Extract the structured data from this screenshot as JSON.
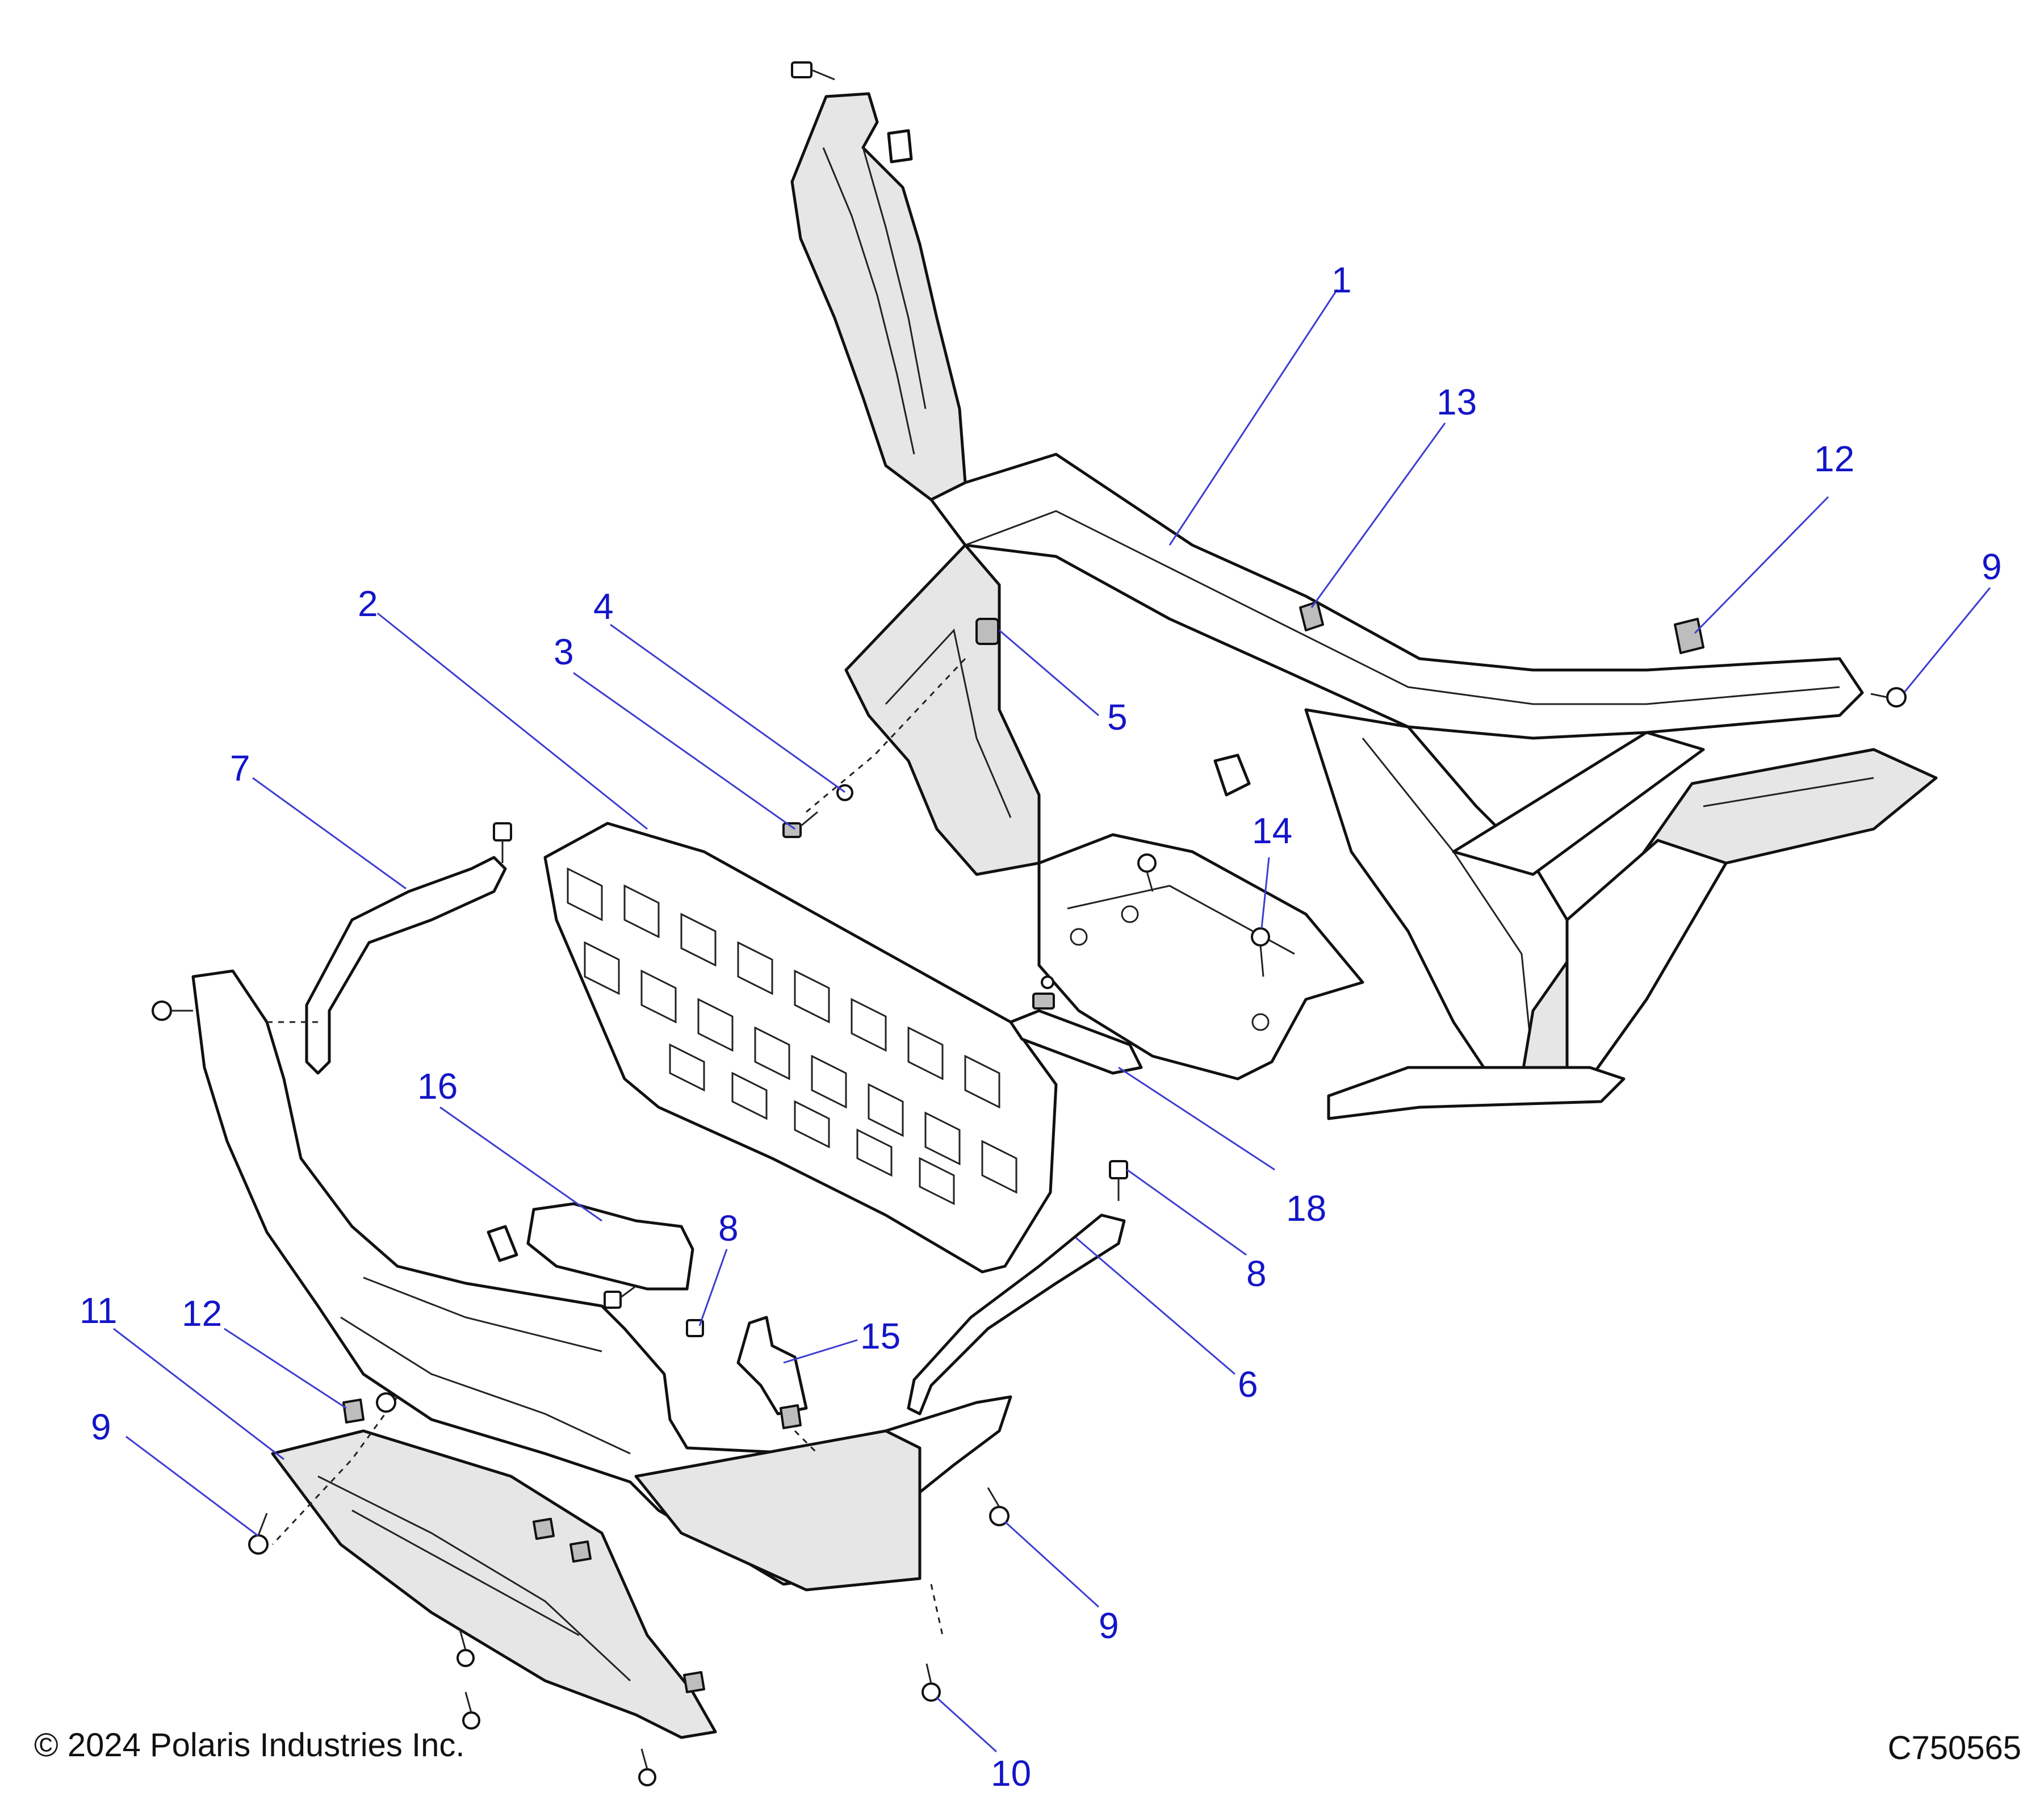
{
  "diagram": {
    "callouts": [
      {
        "id": "c1",
        "label": "1"
      },
      {
        "id": "c2",
        "label": "2"
      },
      {
        "id": "c3",
        "label": "3"
      },
      {
        "id": "c4",
        "label": "4"
      },
      {
        "id": "c5",
        "label": "5"
      },
      {
        "id": "c6",
        "label": "6"
      },
      {
        "id": "c7",
        "label": "7"
      },
      {
        "id": "c8a",
        "label": "8"
      },
      {
        "id": "c8b",
        "label": "8"
      },
      {
        "id": "c9a",
        "label": "9"
      },
      {
        "id": "c9b",
        "label": "9"
      },
      {
        "id": "c9c",
        "label": "9"
      },
      {
        "id": "c10",
        "label": "10"
      },
      {
        "id": "c11",
        "label": "11"
      },
      {
        "id": "c12a",
        "label": "12"
      },
      {
        "id": "c12b",
        "label": "12"
      },
      {
        "id": "c13",
        "label": "13"
      },
      {
        "id": "c14",
        "label": "14"
      },
      {
        "id": "c15",
        "label": "15"
      },
      {
        "id": "c16",
        "label": "16"
      },
      {
        "id": "c18",
        "label": "18"
      }
    ],
    "colors": {
      "callout_text": "#1414c8",
      "leader_line": "#3c3cd2",
      "part_outline": "#111111",
      "part_fill": "#ffffff",
      "part_shade": "#e6e6e6"
    }
  },
  "footer": {
    "copyright": "© 2024 Polaris Industries Inc.",
    "drawing_id": "C750565"
  }
}
